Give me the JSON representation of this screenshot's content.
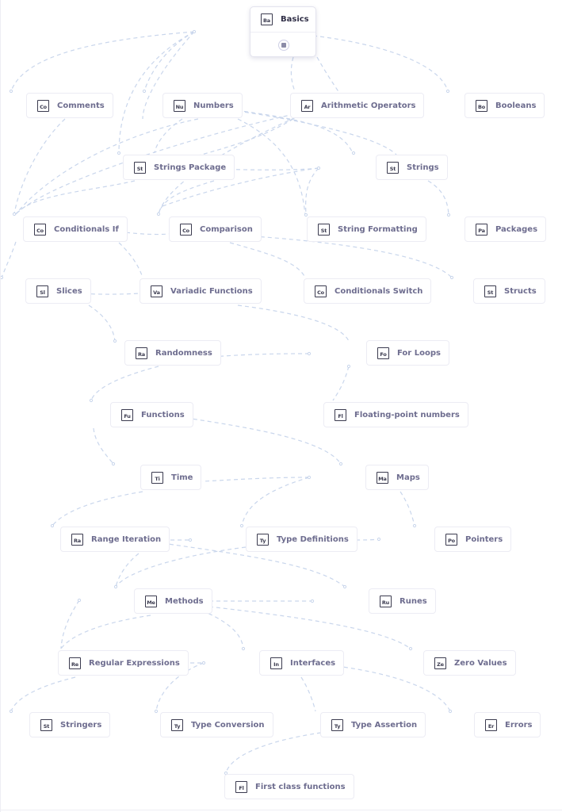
{
  "root": {
    "title": "Basics",
    "icon_text": "Ba"
  },
  "nodes": [
    {
      "id": "comments",
      "label": "Comments",
      "icon_text": "Co"
    },
    {
      "id": "numbers",
      "label": "Numbers",
      "icon_text": "Nu"
    },
    {
      "id": "arithmetic-operators",
      "label": "Arithmetic Operators",
      "icon_text": "Ar"
    },
    {
      "id": "booleans",
      "label": "Booleans",
      "icon_text": "Bo"
    },
    {
      "id": "strings-package",
      "label": "Strings Package",
      "icon_text": "St"
    },
    {
      "id": "strings",
      "label": "Strings",
      "icon_text": "St"
    },
    {
      "id": "conditionals-if",
      "label": "Conditionals If",
      "icon_text": "Co"
    },
    {
      "id": "comparison",
      "label": "Comparison",
      "icon_text": "Co"
    },
    {
      "id": "string-formatting",
      "label": "String Formatting",
      "icon_text": "St"
    },
    {
      "id": "packages",
      "label": "Packages",
      "icon_text": "Pa"
    },
    {
      "id": "slices",
      "label": "Slices",
      "icon_text": "Sl"
    },
    {
      "id": "variadic-functions",
      "label": "Variadic Functions",
      "icon_text": "Va"
    },
    {
      "id": "conditionals-switch",
      "label": "Conditionals Switch",
      "icon_text": "Co"
    },
    {
      "id": "structs",
      "label": "Structs",
      "icon_text": "St"
    },
    {
      "id": "randomness",
      "label": "Randomness",
      "icon_text": "Ra"
    },
    {
      "id": "for-loops",
      "label": "For Loops",
      "icon_text": "Fo"
    },
    {
      "id": "functions",
      "label": "Functions",
      "icon_text": "Fu"
    },
    {
      "id": "floating-point-numbers",
      "label": "Floating-point numbers",
      "icon_text": "Fl"
    },
    {
      "id": "time",
      "label": "Time",
      "icon_text": "Ti"
    },
    {
      "id": "maps",
      "label": "Maps",
      "icon_text": "Ma"
    },
    {
      "id": "range-iteration",
      "label": "Range Iteration",
      "icon_text": "Ra"
    },
    {
      "id": "type-definitions",
      "label": "Type Definitions",
      "icon_text": "Ty"
    },
    {
      "id": "pointers",
      "label": "Pointers",
      "icon_text": "Po"
    },
    {
      "id": "methods",
      "label": "Methods",
      "icon_text": "Me"
    },
    {
      "id": "runes",
      "label": "Runes",
      "icon_text": "Ru"
    },
    {
      "id": "regular-expressions",
      "label": "Regular Expressions",
      "icon_text": "Re"
    },
    {
      "id": "interfaces",
      "label": "Interfaces",
      "icon_text": "In"
    },
    {
      "id": "zero-values",
      "label": "Zero Values",
      "icon_text": "Ze"
    },
    {
      "id": "stringers",
      "label": "Stringers",
      "icon_text": "St"
    },
    {
      "id": "type-conversion",
      "label": "Type Conversion",
      "icon_text": "Ty"
    },
    {
      "id": "type-assertion",
      "label": "Type Assertion",
      "icon_text": "Ty"
    },
    {
      "id": "errors",
      "label": "Errors",
      "icon_text": "Er"
    },
    {
      "id": "first-class-functions",
      "label": "First class functions",
      "icon_text": "Fl"
    }
  ],
  "colors": {
    "edge": "#c9d6ec",
    "label": "#6e6d8f",
    "root_label": "#2f2e46",
    "icon_border": "#3b3b4f",
    "node_border": "#ececf4"
  }
}
